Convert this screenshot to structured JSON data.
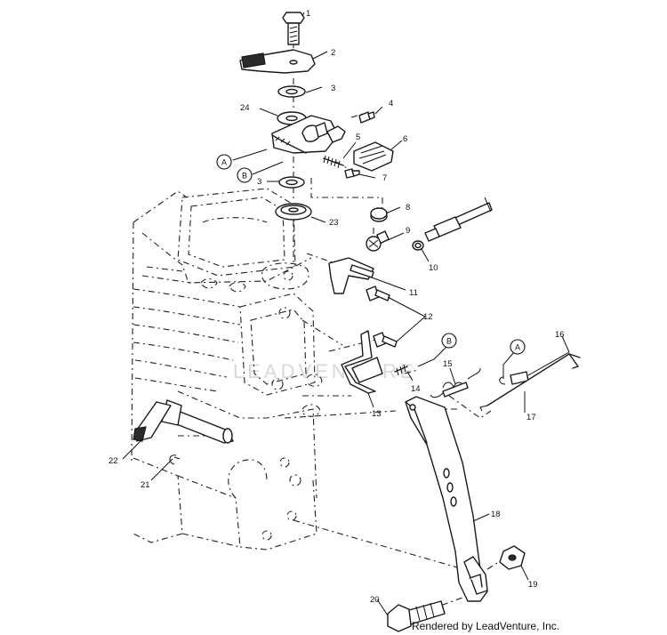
{
  "callouts": [
    {
      "id": "1",
      "label": "1"
    },
    {
      "id": "2",
      "label": "2"
    },
    {
      "id": "3a",
      "label": "3"
    },
    {
      "id": "4",
      "label": "4"
    },
    {
      "id": "24",
      "label": "24"
    },
    {
      "id": "5",
      "label": "5"
    },
    {
      "id": "6",
      "label": "6"
    },
    {
      "id": "7",
      "label": "7"
    },
    {
      "id": "3b",
      "label": "3"
    },
    {
      "id": "23",
      "label": "23"
    },
    {
      "id": "8",
      "label": "8"
    },
    {
      "id": "9",
      "label": "9"
    },
    {
      "id": "10",
      "label": "10"
    },
    {
      "id": "11",
      "label": "11"
    },
    {
      "id": "12",
      "label": "12"
    },
    {
      "id": "13",
      "label": "13"
    },
    {
      "id": "14",
      "label": "14"
    },
    {
      "id": "15",
      "label": "15"
    },
    {
      "id": "16",
      "label": "16"
    },
    {
      "id": "17",
      "label": "17"
    },
    {
      "id": "18",
      "label": "18"
    },
    {
      "id": "19",
      "label": "19"
    },
    {
      "id": "20",
      "label": "20"
    },
    {
      "id": "21",
      "label": "21"
    },
    {
      "id": "22",
      "label": "22"
    }
  ],
  "references": [
    {
      "id": "A-left",
      "label": "A"
    },
    {
      "id": "B-left",
      "label": "B"
    },
    {
      "id": "B-right",
      "label": "B"
    },
    {
      "id": "A-right",
      "label": "A"
    }
  ],
  "watermark": "LEADVENTURE",
  "credit": "Rendered by LeadVenture, Inc."
}
